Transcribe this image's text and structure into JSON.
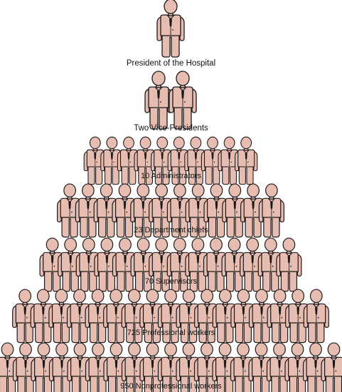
{
  "colors": {
    "figure_fill": "#e7bcb1",
    "outline": "#1a1a1a",
    "background": "#ffffff",
    "text": "#111111"
  },
  "tiers": [
    {
      "name": "president",
      "label": "President of the Hospital",
      "figures_shown": 1
    },
    {
      "name": "vice-presidents",
      "label": "Two Vice-Presidents",
      "figures_shown": 2
    },
    {
      "name": "administrators",
      "label": "10 Administrators",
      "figures_shown": 10
    },
    {
      "name": "department-chiefs",
      "label": "23 Department chiefs",
      "figures_shown": 12
    },
    {
      "name": "supervisors",
      "label": "70 Supervisors",
      "figures_shown": 14
    },
    {
      "name": "professional-workers",
      "label": "725 Professional workers",
      "figures_shown": 17
    },
    {
      "name": "nonprofessional-workers",
      "label": "950 Nonprofessional workers",
      "figures_shown": 19
    }
  ]
}
